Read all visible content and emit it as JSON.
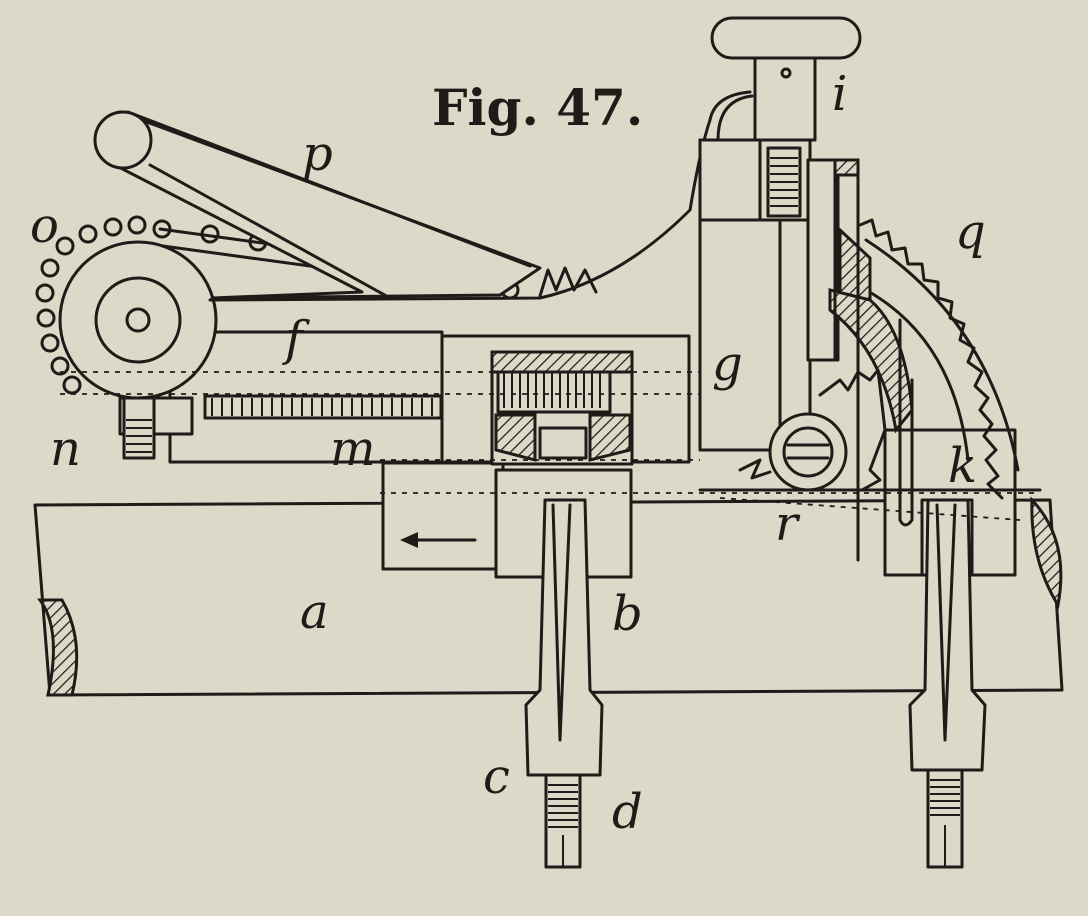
{
  "figure": {
    "title": "Fig. 47.",
    "labels": {
      "a": "a",
      "b": "b",
      "c": "c",
      "d": "d",
      "f": "f",
      "g": "g",
      "i": "i",
      "k": "k",
      "m": "m",
      "n": "n",
      "o": "o",
      "p": "p",
      "q": "q",
      "r": "r"
    },
    "colors": {
      "paper": "#ddd9c8",
      "ink": "#1e1c18"
    }
  }
}
